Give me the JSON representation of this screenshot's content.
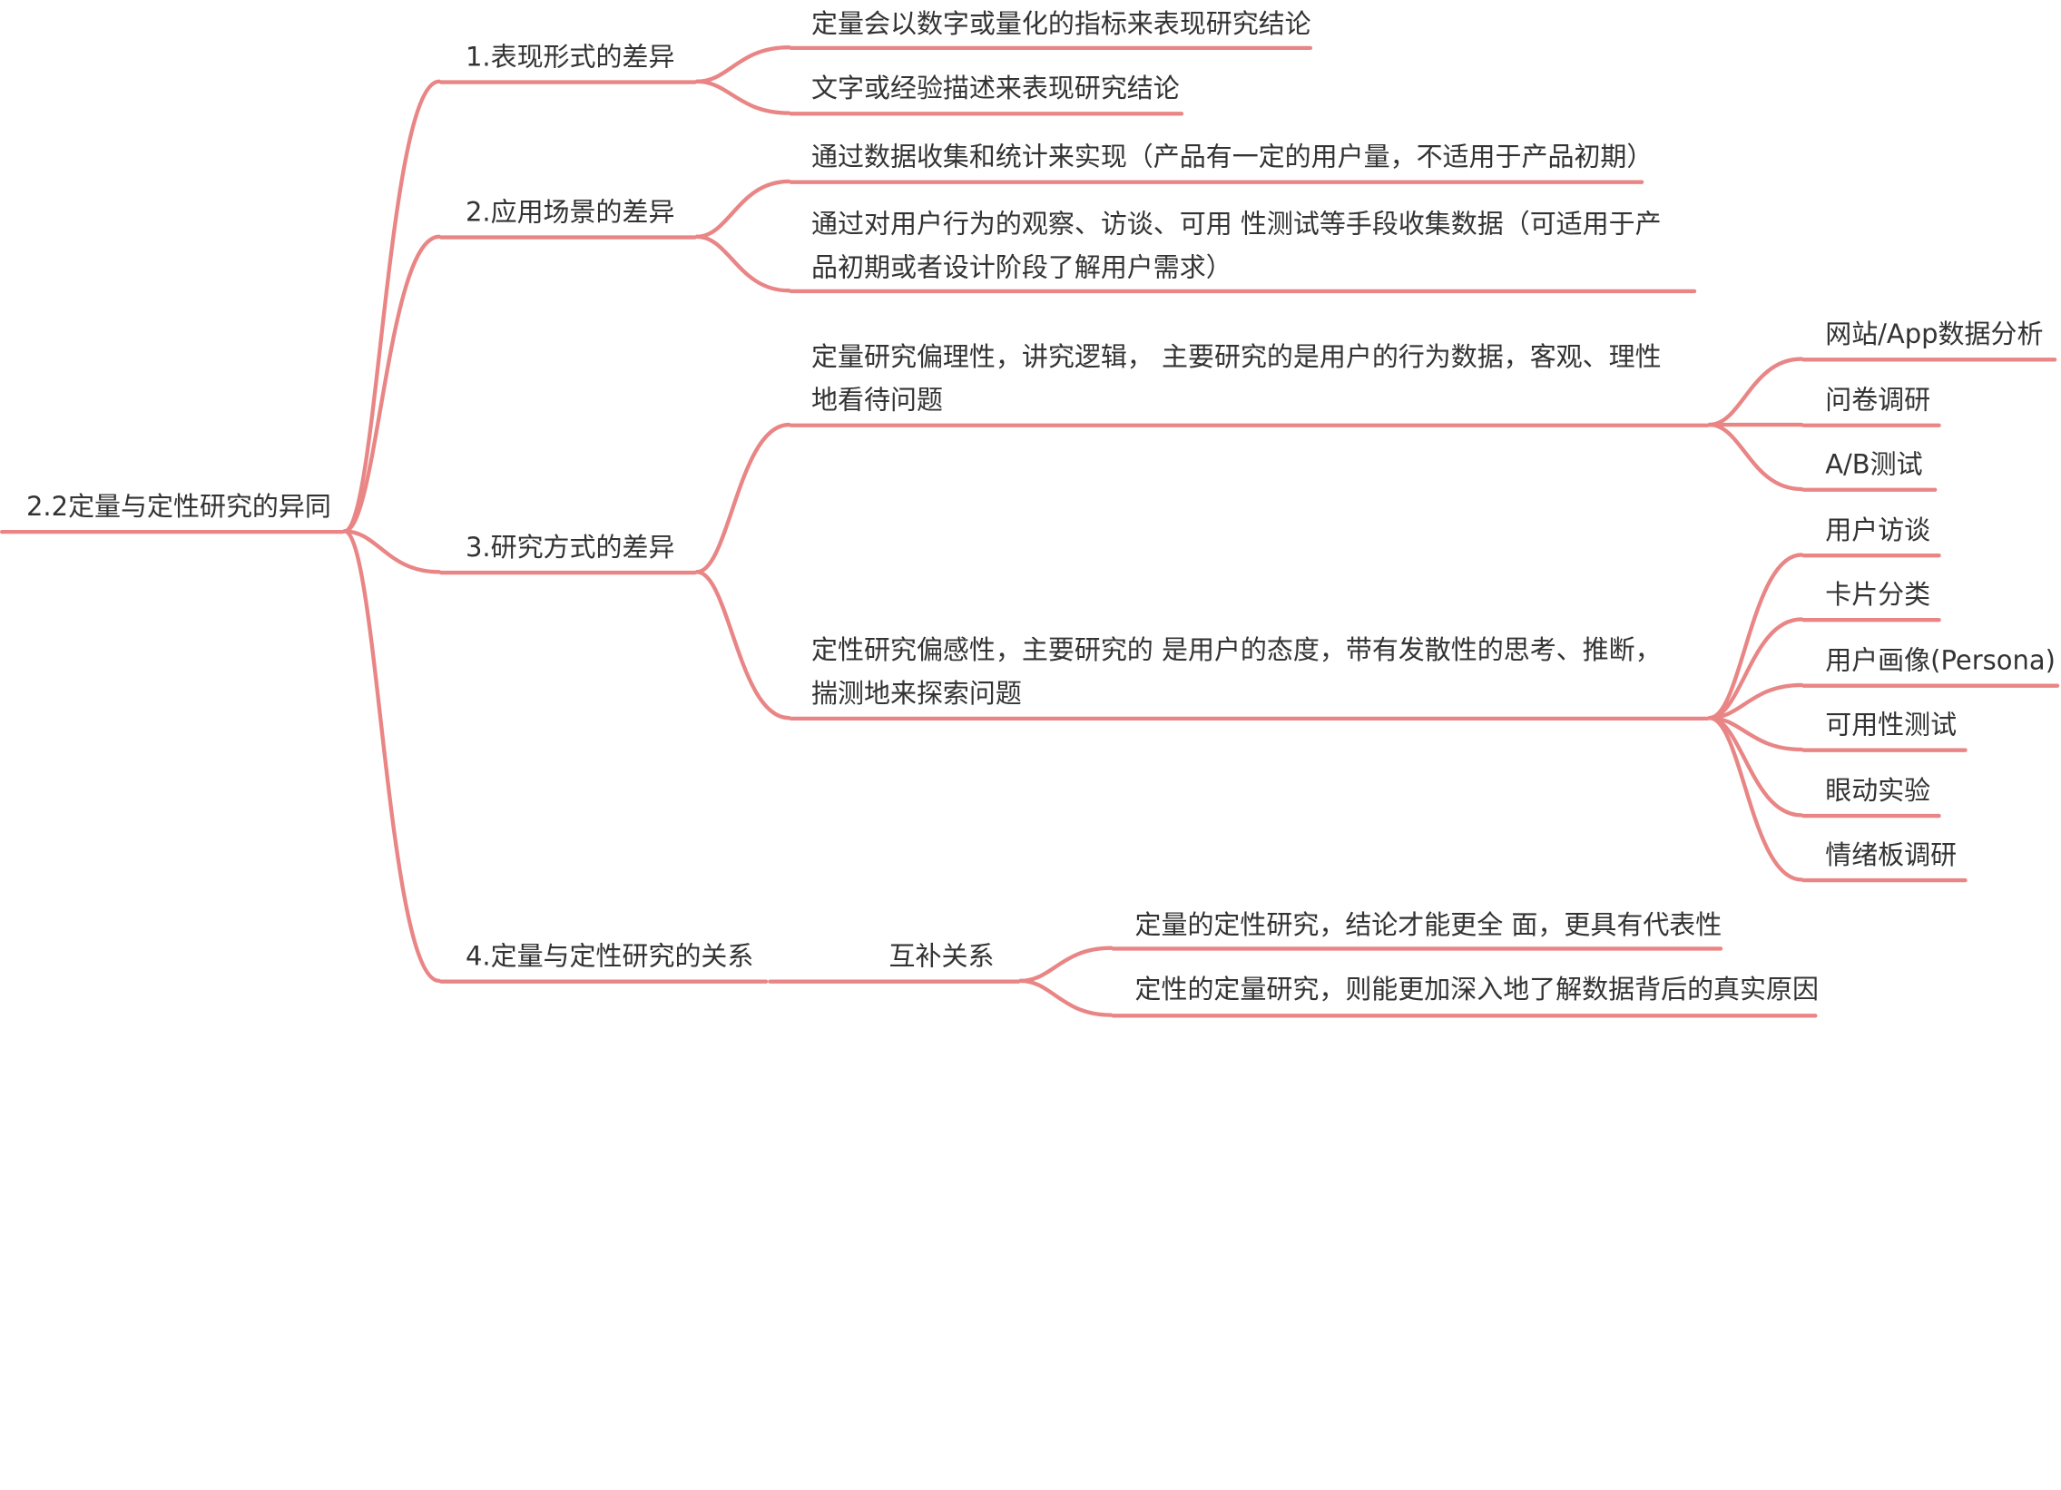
{
  "diagram": {
    "type": "mindmap",
    "branch_color": "#e98585",
    "text_color": "#333333",
    "root": {
      "label": "2.2定量与定性研究的异同",
      "children": [
        {
          "label": "1.表现形式的差异",
          "children": [
            {
              "label": "定量会以数字或量化的指标来表现研究结论"
            },
            {
              "label": "文字或经验描述来表现研究结论"
            }
          ]
        },
        {
          "label": "2.应用场景的差异",
          "children": [
            {
              "label": "通过数据收集和统计来实现（产品有一定的用户量，不适用于产品初期）"
            },
            {
              "label": "通过对用户行为的观察、访谈、可用 性测试等手段收集数据（可适用于产品初期或者设计阶段了解用户需求）"
            }
          ]
        },
        {
          "label": "3.研究方式的差异",
          "children": [
            {
              "label": "定量研究偏理性，讲究逻辑， 主要研究的是用户的行为数据，客观、理性地看待问题",
              "children": [
                {
                  "label": "网站/App数据分析"
                },
                {
                  "label": "问卷调研"
                },
                {
                  "label": "A/B测试"
                }
              ]
            },
            {
              "label": "定性研究偏感性，主要研究的 是用户的态度，带有发散性的思考、推断，揣测地来探索问题",
              "children": [
                {
                  "label": "用户访谈"
                },
                {
                  "label": "卡片分类"
                },
                {
                  "label": "用户画像(Persona)"
                },
                {
                  "label": "可用性测试"
                },
                {
                  "label": "眼动实验"
                },
                {
                  "label": "情绪板调研"
                }
              ]
            }
          ]
        },
        {
          "label": "4.定量与定性研究的关系",
          "children": [
            {
              "label": "互补关系",
              "children": [
                {
                  "label": "定量的定性研究，结论才能更全 面，更具有代表性"
                },
                {
                  "label": "定性的定量研究，则能更加深入地了解数据背后的真实原因"
                }
              ]
            }
          ]
        }
      ]
    }
  }
}
